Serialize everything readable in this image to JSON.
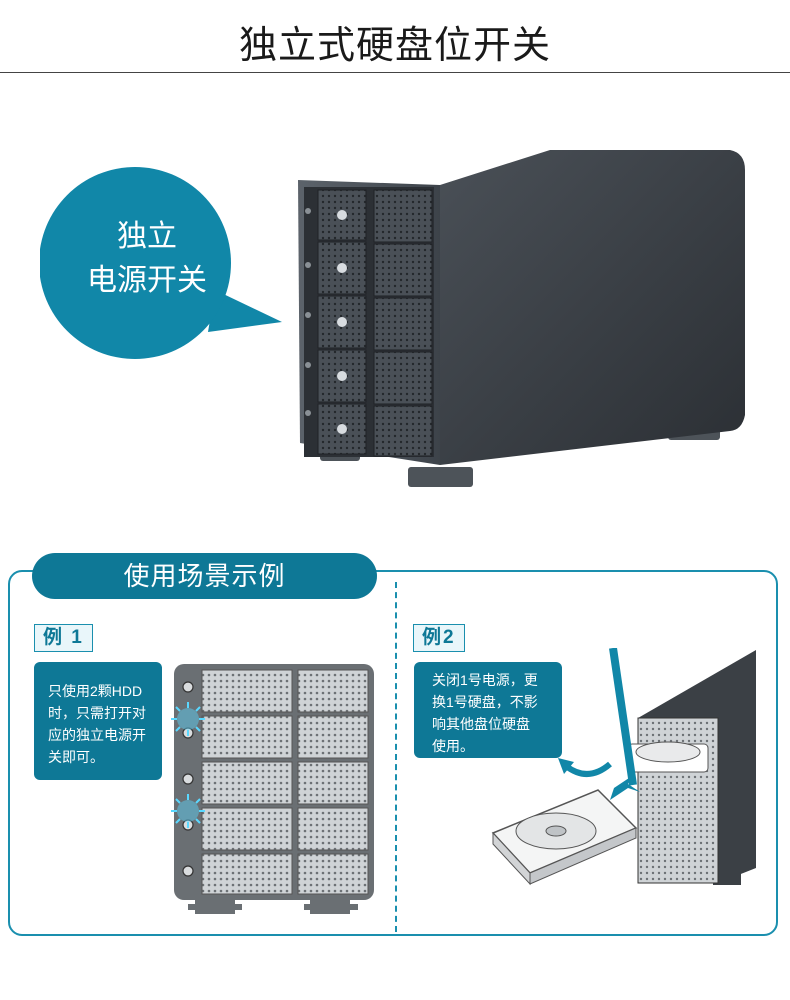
{
  "header": {
    "title": "独立式硬盘位开关"
  },
  "bubble": {
    "line1": "独立",
    "line2": "电源开关"
  },
  "scenarios": {
    "heading": "使用场景示例",
    "example1": {
      "label": "例 1",
      "text_lines": [
        "只使用2颗HDD",
        "时，只需打开对",
        "应的独立电源开",
        "关即可。"
      ]
    },
    "example2": {
      "label": "例2",
      "text_lines": [
        "关闭1号电源，更",
        "换1号硬盘，不影",
        "响其他盘位硬盘",
        "使用。"
      ]
    }
  },
  "colors": {
    "accent": "#0e7896",
    "frame": "#1a8fae",
    "enclosure": "#3b4045",
    "glow": "#5ad8ff"
  },
  "icons": [
    "speech-bubble-icon",
    "power-button-icon",
    "curved-arrow-icon",
    "insert-arrow-icon",
    "hard-drive-icon"
  ]
}
